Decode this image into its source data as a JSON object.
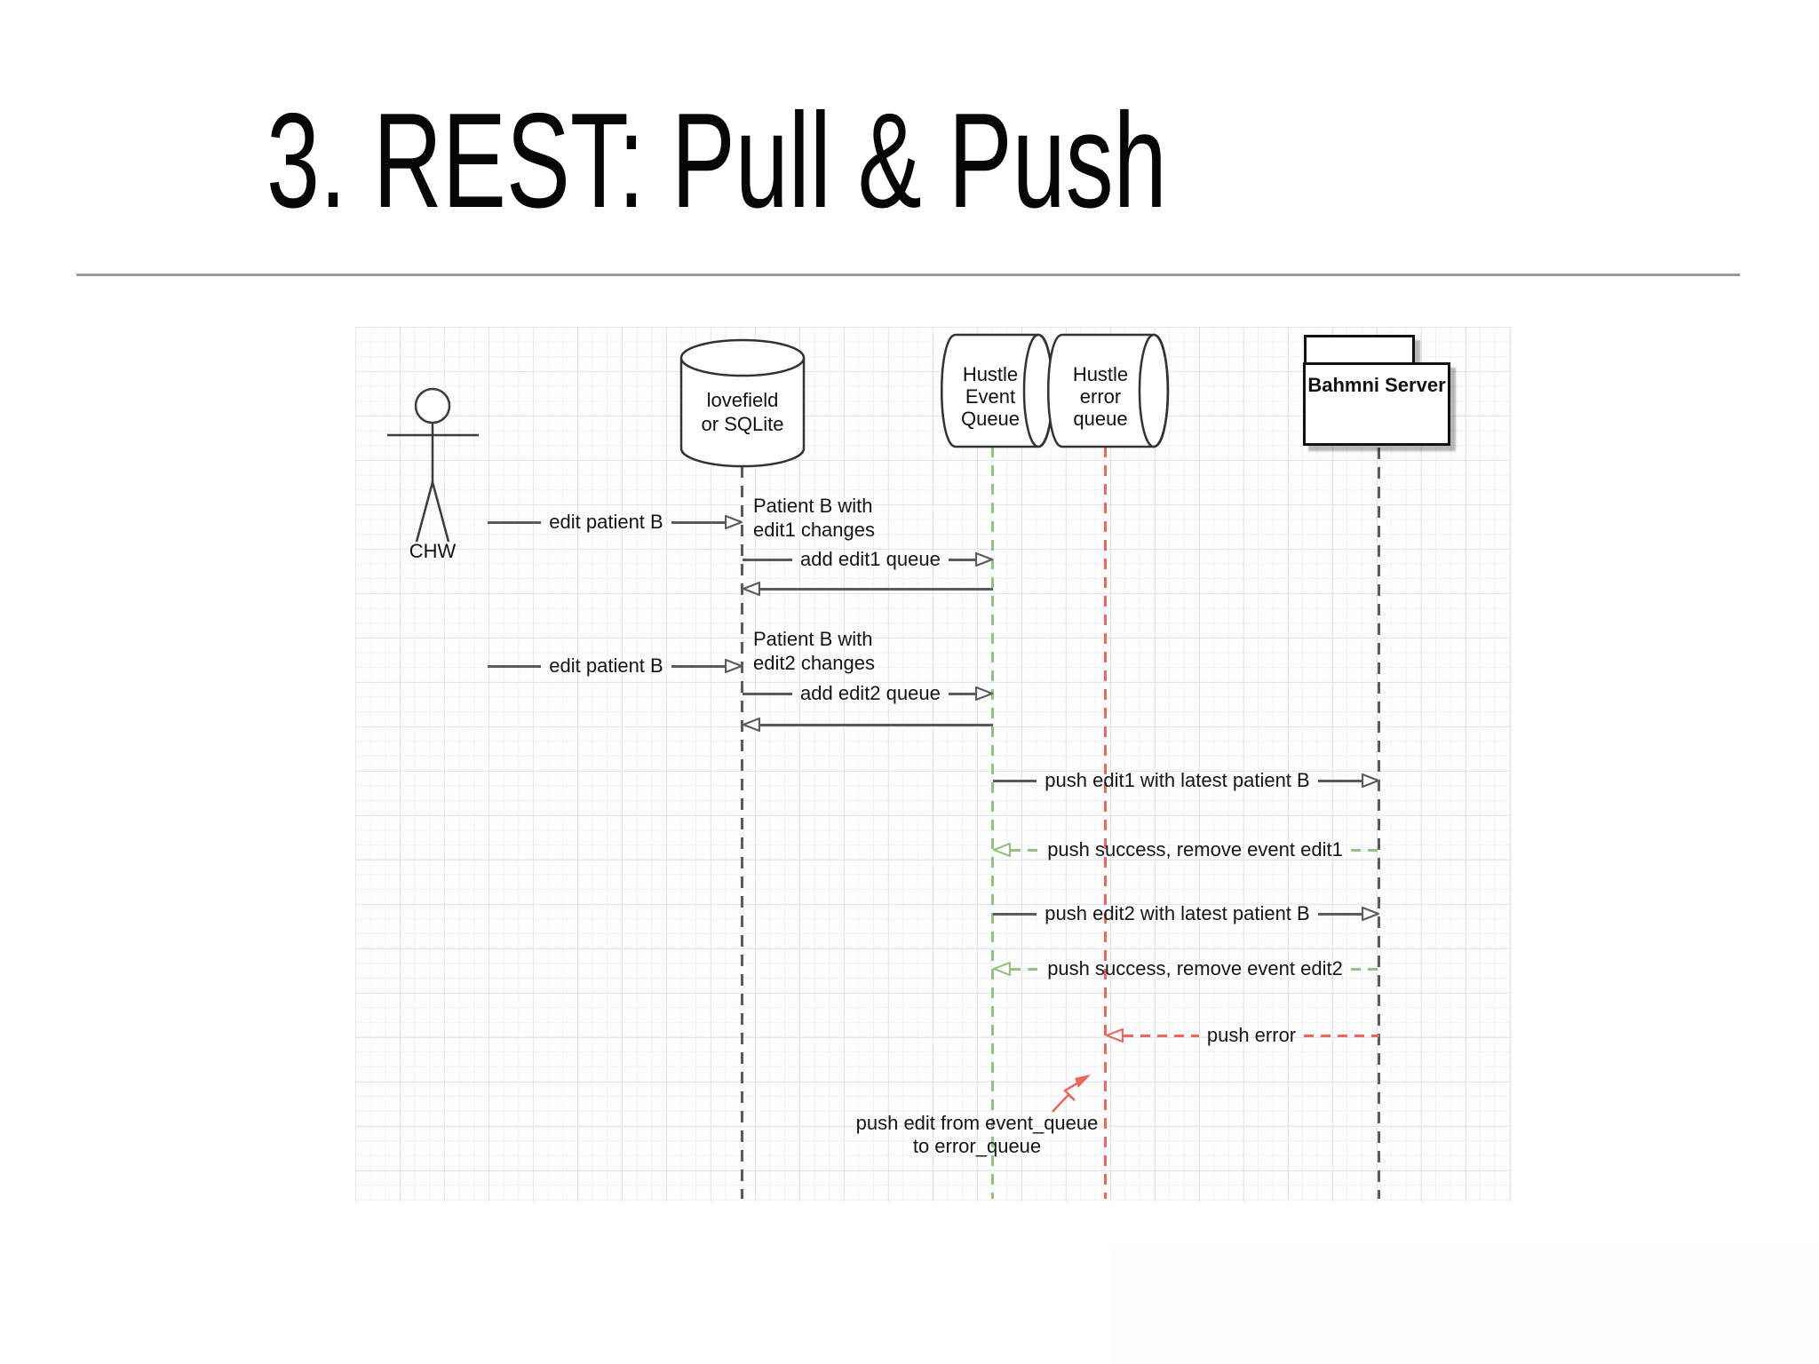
{
  "slide": {
    "title": "3. REST: Pull & Push"
  },
  "diagram": {
    "participants": {
      "chw": {
        "label": "CHW"
      },
      "local_db": {
        "line1": "lovefield",
        "line2": "or SQLite"
      },
      "event_queue": {
        "line1": "Hustle",
        "line2": "Event",
        "line3": "Queue"
      },
      "error_queue": {
        "line1": "Hustle",
        "line2": "error",
        "line3": "queue"
      },
      "bahmni_server": {
        "label": "Bahmni Server"
      }
    },
    "notes": {
      "edit1": {
        "line1": "Patient B with",
        "line2": "edit1 changes"
      },
      "edit2": {
        "line1": "Patient B with",
        "line2": "edit2 changes"
      }
    },
    "messages": {
      "edit_patient_b_1": "edit patient B",
      "add_edit1_queue": "add edit1 queue",
      "edit_patient_b_2": "edit patient B",
      "add_edit2_queue": "add edit2 queue",
      "push_edit1": "push edit1 with latest patient B",
      "push_success_edit1": "push success, remove event edit1",
      "push_edit2": "push edit2 with latest patient B",
      "push_success_edit2": "push success, remove event edit2",
      "push_error": "push error"
    },
    "annotations": {
      "error_move": {
        "line1": "push edit from event_queue",
        "line2": "to error_queue"
      }
    },
    "colors": {
      "solid_message": "#5b5b5b",
      "success_message": "#94c285",
      "error_message": "#e8695e",
      "lifeline_dark": "#5c5c5c",
      "grid_line": "#e4e4f2"
    }
  }
}
